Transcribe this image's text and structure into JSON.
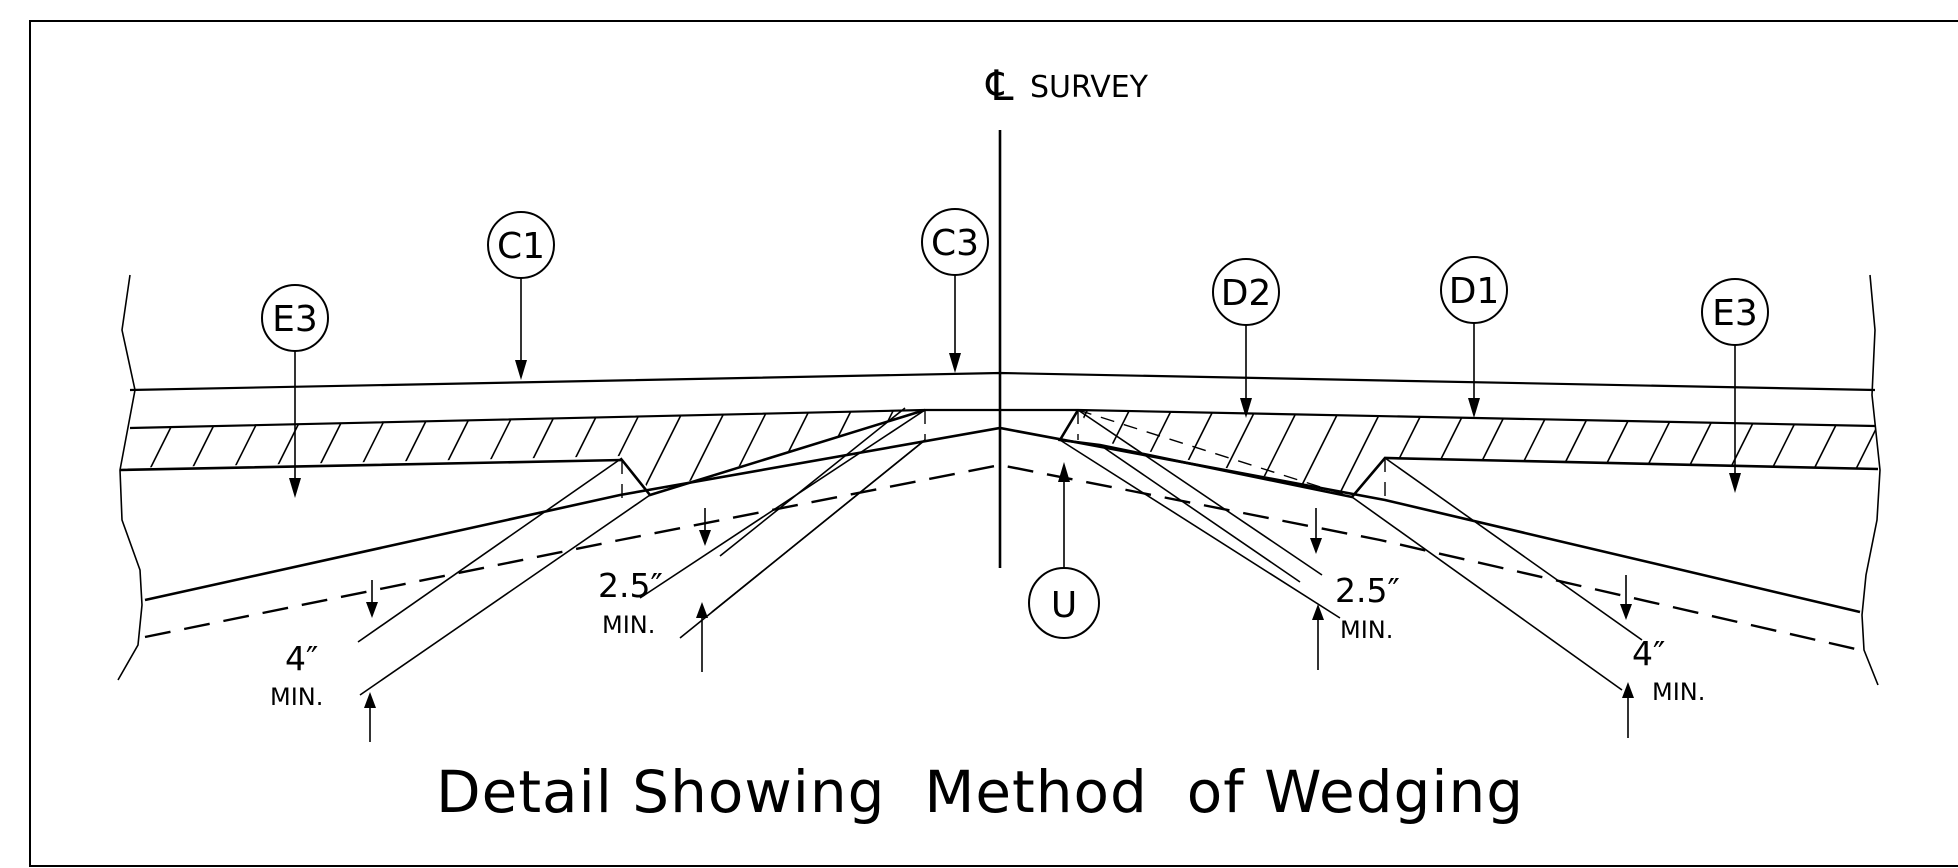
{
  "centerline": {
    "symbol": "℄",
    "label": "SURVEY"
  },
  "callouts": {
    "c1": "C1",
    "c3": "C3",
    "e3_left": "E3",
    "d2": "D2",
    "d1": "D1",
    "e3_right": "E3",
    "u": "U"
  },
  "dimensions": {
    "left_inner_value": "2.5″",
    "left_inner_min": "MIN.",
    "left_outer_value": "4″",
    "left_outer_min": "MIN.",
    "right_inner_value": "2.5″",
    "right_inner_min": "MIN.",
    "right_outer_value": "4″",
    "right_outer_min": "MIN."
  },
  "title": "Detail Showing  Method  of Wedging"
}
